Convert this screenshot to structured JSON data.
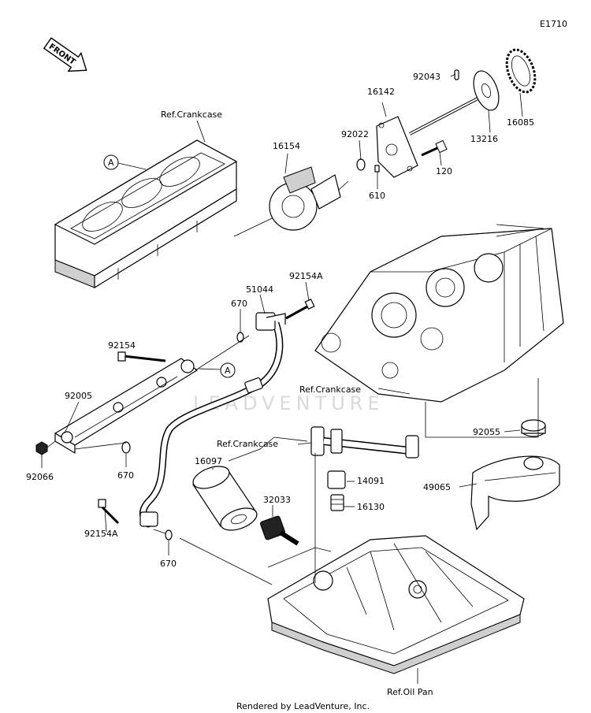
{
  "diagram_id": "E1710",
  "front_label": "FRONT",
  "circle_marker": "A",
  "parts": {
    "p92043": "92043",
    "p16142": "16142",
    "p16085": "16085",
    "p13216": "13216",
    "p92022": "92022",
    "p16154": "16154",
    "p120": "120",
    "p610": "610",
    "p92154A_top": "92154A",
    "p51044": "51044",
    "p670_a": "670",
    "p92154": "92154",
    "p92005": "92005",
    "p670_b": "670",
    "p92066": "92066",
    "p16097": "16097",
    "p32033": "32033",
    "p92154A_bot": "92154A",
    "p670_c": "670",
    "p14091": "14091",
    "p16130": "16130",
    "p92055": "92055",
    "p49065": "49065"
  },
  "refs": {
    "crankcase_top": "Ref.Crankcase",
    "crankcase_mid": "Ref.Crankcase",
    "crankcase_low": "Ref.Crankcase",
    "oil_pan": "Ref.Oil Pan"
  },
  "watermark": "LEADVENTURE",
  "footer": "Rendered by LeadVenture, Inc."
}
